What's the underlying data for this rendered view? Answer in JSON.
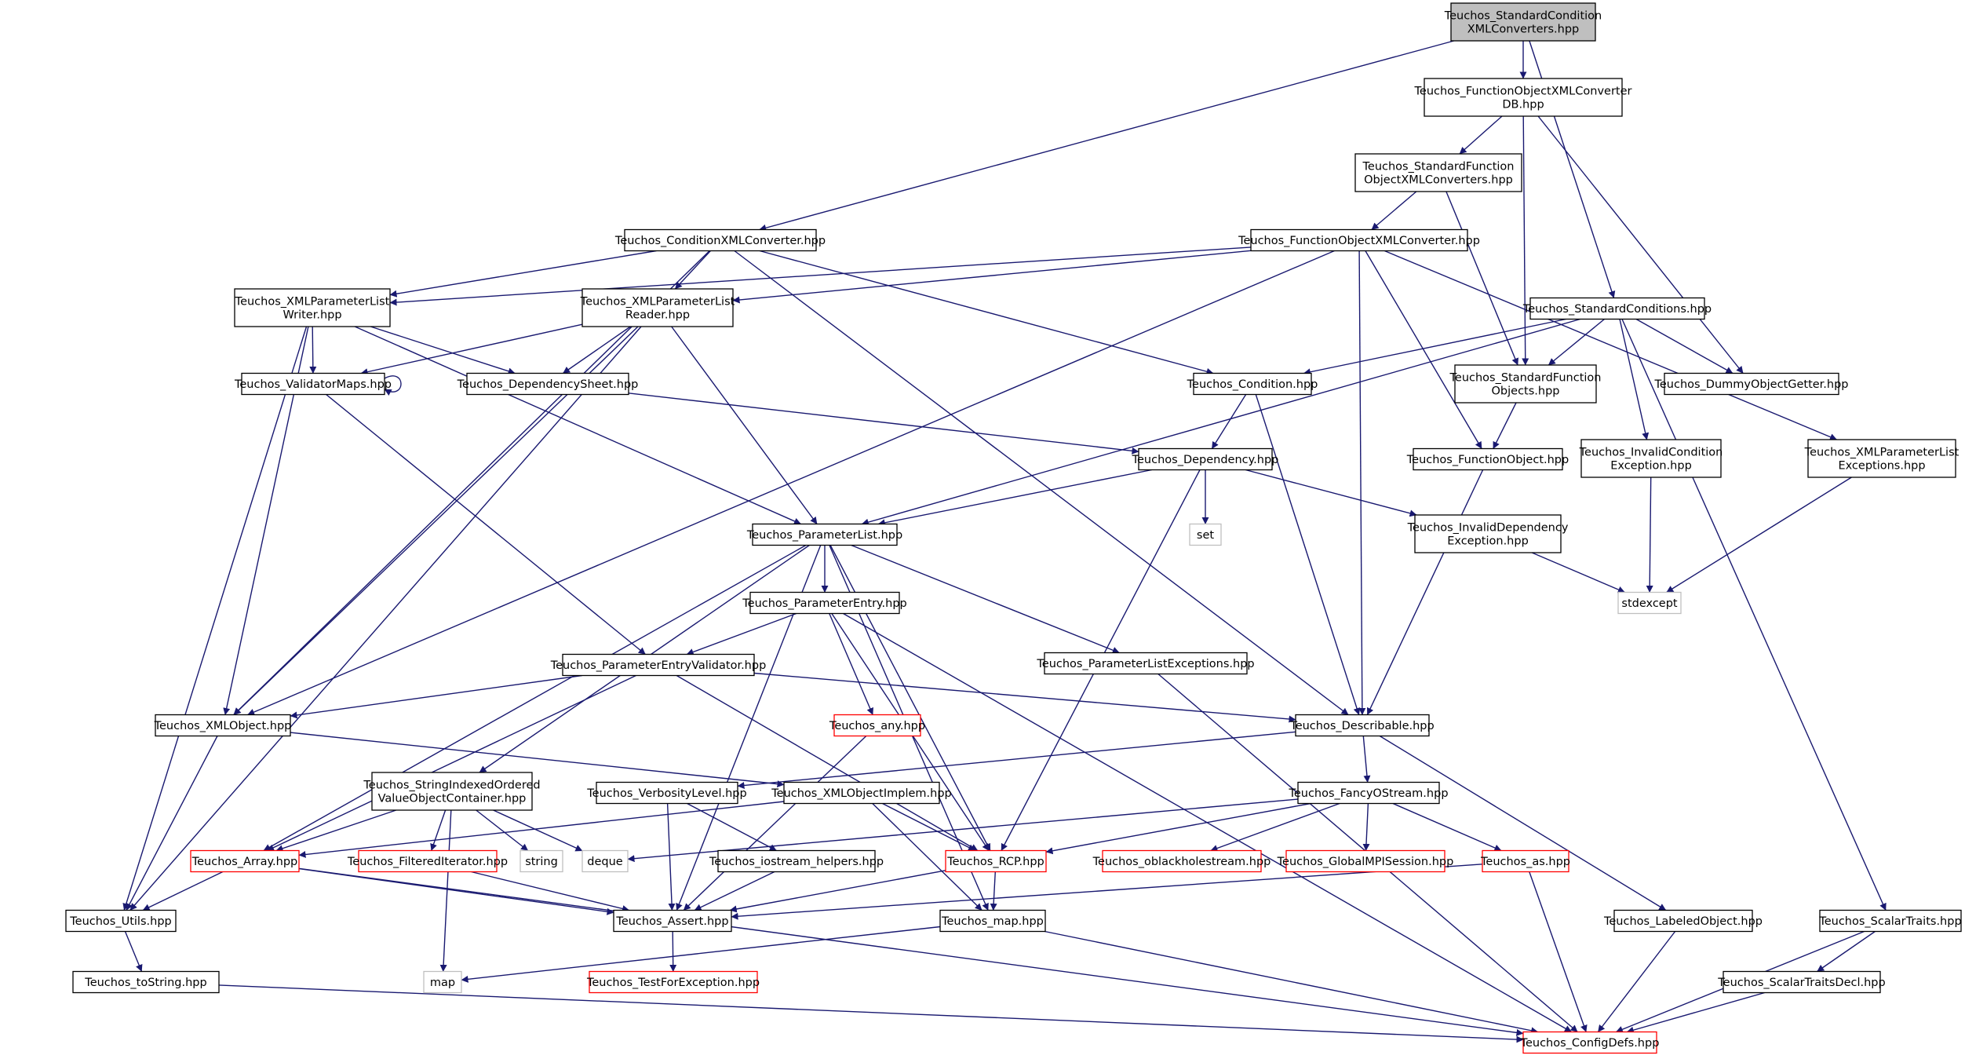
{
  "colors": {
    "edge": "#191970",
    "node_border_normal": "#000000",
    "node_border_truncated": "#ff0000",
    "node_border_external": "#bfbfbf",
    "root_fill": "#bfbfbf",
    "node_fill": "#ffffff"
  },
  "nodes": [
    {
      "id": "root",
      "kind": "root",
      "lines": [
        "Teuchos_StandardCondition",
        "XMLConverters.hpp"
      ]
    },
    {
      "id": "fobjconvdb",
      "kind": "normal",
      "lines": [
        "Teuchos_FunctionObjectXMLConverter",
        "DB.hpp"
      ]
    },
    {
      "id": "stdfobjconv",
      "kind": "normal",
      "lines": [
        "Teuchos_StandardFunction",
        "ObjectXMLConverters.hpp"
      ]
    },
    {
      "id": "condconv",
      "kind": "normal",
      "lines": [
        "Teuchos_ConditionXMLConverter.hpp"
      ]
    },
    {
      "id": "fobjconv",
      "kind": "normal",
      "lines": [
        "Teuchos_FunctionObjectXMLConverter.hpp"
      ]
    },
    {
      "id": "stdcond",
      "kind": "normal",
      "lines": [
        "Teuchos_StandardConditions.hpp"
      ]
    },
    {
      "id": "xplwriter",
      "kind": "normal",
      "lines": [
        "Teuchos_XMLParameterList",
        "Writer.hpp"
      ]
    },
    {
      "id": "xplreader",
      "kind": "normal",
      "lines": [
        "Teuchos_XMLParameterList",
        "Reader.hpp"
      ]
    },
    {
      "id": "valmaps",
      "kind": "normal",
      "lines": [
        "Teuchos_ValidatorMaps.hpp"
      ]
    },
    {
      "id": "depsheet",
      "kind": "normal",
      "lines": [
        "Teuchos_DependencySheet.hpp"
      ]
    },
    {
      "id": "condition",
      "kind": "normal",
      "lines": [
        "Teuchos_Condition.hpp"
      ]
    },
    {
      "id": "stdfobj",
      "kind": "normal",
      "lines": [
        "Teuchos_StandardFunction",
        "Objects.hpp"
      ]
    },
    {
      "id": "dummy",
      "kind": "normal",
      "lines": [
        "Teuchos_DummyObjectGetter.hpp"
      ]
    },
    {
      "id": "dependency",
      "kind": "normal",
      "lines": [
        "Teuchos_Dependency.hpp"
      ]
    },
    {
      "id": "fobj",
      "kind": "normal",
      "lines": [
        "Teuchos_FunctionObject.hpp"
      ]
    },
    {
      "id": "invcond",
      "kind": "normal",
      "lines": [
        "Teuchos_InvalidCondition",
        "Exception.hpp"
      ]
    },
    {
      "id": "xplexc",
      "kind": "normal",
      "lines": [
        "Teuchos_XMLParameterList",
        "Exceptions.hpp"
      ]
    },
    {
      "id": "set",
      "kind": "external",
      "lines": [
        "set"
      ]
    },
    {
      "id": "plist",
      "kind": "normal",
      "lines": [
        "Teuchos_ParameterList.hpp"
      ]
    },
    {
      "id": "invdep",
      "kind": "normal",
      "lines": [
        "Teuchos_InvalidDependency",
        "Exception.hpp"
      ]
    },
    {
      "id": "stdexcept",
      "kind": "external",
      "lines": [
        "stdexcept"
      ]
    },
    {
      "id": "pentry",
      "kind": "normal",
      "lines": [
        "Teuchos_ParameterEntry.hpp"
      ]
    },
    {
      "id": "pev",
      "kind": "normal",
      "lines": [
        "Teuchos_ParameterEntryValidator.hpp"
      ]
    },
    {
      "id": "plexc",
      "kind": "normal",
      "lines": [
        "Teuchos_ParameterListExceptions.hpp"
      ]
    },
    {
      "id": "xmlobj",
      "kind": "normal",
      "lines": [
        "Teuchos_XMLObject.hpp"
      ]
    },
    {
      "id": "any",
      "kind": "truncated",
      "lines": [
        "Teuchos_any.hpp"
      ]
    },
    {
      "id": "describable",
      "kind": "normal",
      "lines": [
        "Teuchos_Describable.hpp"
      ]
    },
    {
      "id": "siovoc",
      "kind": "normal",
      "lines": [
        "Teuchos_StringIndexedOrdered",
        "ValueObjectContainer.hpp"
      ]
    },
    {
      "id": "verb",
      "kind": "normal",
      "lines": [
        "Teuchos_VerbosityLevel.hpp"
      ]
    },
    {
      "id": "xmlimpl",
      "kind": "normal",
      "lines": [
        "Teuchos_XMLObjectImplem.hpp"
      ]
    },
    {
      "id": "fancy",
      "kind": "normal",
      "lines": [
        "Teuchos_FancyOStream.hpp"
      ]
    },
    {
      "id": "array",
      "kind": "truncated",
      "lines": [
        "Teuchos_Array.hpp"
      ]
    },
    {
      "id": "filtered",
      "kind": "truncated",
      "lines": [
        "Teuchos_FilteredIterator.hpp"
      ]
    },
    {
      "id": "string",
      "kind": "external",
      "lines": [
        "string"
      ]
    },
    {
      "id": "deque",
      "kind": "external",
      "lines": [
        "deque"
      ]
    },
    {
      "id": "iohelp",
      "kind": "normal",
      "lines": [
        "Teuchos_iostream_helpers.hpp"
      ]
    },
    {
      "id": "rcp",
      "kind": "truncated",
      "lines": [
        "Teuchos_RCP.hpp"
      ]
    },
    {
      "id": "oblack",
      "kind": "truncated",
      "lines": [
        "Teuchos_oblackholestream.hpp"
      ]
    },
    {
      "id": "gmpi",
      "kind": "truncated",
      "lines": [
        "Teuchos_GlobalMPISession.hpp"
      ]
    },
    {
      "id": "as",
      "kind": "truncated",
      "lines": [
        "Teuchos_as.hpp"
      ]
    },
    {
      "id": "utils",
      "kind": "normal",
      "lines": [
        "Teuchos_Utils.hpp"
      ]
    },
    {
      "id": "assert",
      "kind": "normal",
      "lines": [
        "Teuchos_Assert.hpp"
      ]
    },
    {
      "id": "map_hpp",
      "kind": "normal",
      "lines": [
        "Teuchos_map.hpp"
      ]
    },
    {
      "id": "labeled",
      "kind": "normal",
      "lines": [
        "Teuchos_LabeledObject.hpp"
      ]
    },
    {
      "id": "scalar",
      "kind": "normal",
      "lines": [
        "Teuchos_ScalarTraits.hpp"
      ]
    },
    {
      "id": "tostring",
      "kind": "normal",
      "lines": [
        "Teuchos_toString.hpp"
      ]
    },
    {
      "id": "map",
      "kind": "external",
      "lines": [
        "map"
      ]
    },
    {
      "id": "testexc",
      "kind": "truncated",
      "lines": [
        "Teuchos_TestForException.hpp"
      ]
    },
    {
      "id": "scalardecl",
      "kind": "normal",
      "lines": [
        "Teuchos_ScalarTraitsDecl.hpp"
      ]
    },
    {
      "id": "config",
      "kind": "truncated",
      "lines": [
        "Teuchos_ConfigDefs.hpp"
      ]
    }
  ],
  "edges": [
    [
      "root",
      "fobjconvdb"
    ],
    [
      "root",
      "condconv"
    ],
    [
      "root",
      "stdcond"
    ],
    [
      "fobjconvdb",
      "stdfobjconv"
    ],
    [
      "fobjconvdb",
      "stdfobj"
    ],
    [
      "fobjconvdb",
      "dummy"
    ],
    [
      "stdfobjconv",
      "fobjconv"
    ],
    [
      "stdfobjconv",
      "stdfobj"
    ],
    [
      "condconv",
      "xplwriter"
    ],
    [
      "condconv",
      "xplreader"
    ],
    [
      "condconv",
      "condition"
    ],
    [
      "condconv",
      "xmlobj"
    ],
    [
      "condconv",
      "describable"
    ],
    [
      "fobjconv",
      "xplwriter"
    ],
    [
      "fobjconv",
      "xplreader"
    ],
    [
      "fobjconv",
      "fobj"
    ],
    [
      "fobjconv",
      "xmlobj"
    ],
    [
      "fobjconv",
      "describable"
    ],
    [
      "fobjconv",
      "xplexc"
    ],
    [
      "stdcond",
      "condition"
    ],
    [
      "stdcond",
      "stdfobj"
    ],
    [
      "stdcond",
      "dummy"
    ],
    [
      "stdcond",
      "invcond"
    ],
    [
      "stdcond",
      "plist"
    ],
    [
      "stdcond",
      "scalar"
    ],
    [
      "xplwriter",
      "valmaps"
    ],
    [
      "xplwriter",
      "depsheet"
    ],
    [
      "xplwriter",
      "plist"
    ],
    [
      "xplwriter",
      "xmlobj"
    ],
    [
      "xplwriter",
      "utils"
    ],
    [
      "xplreader",
      "valmaps"
    ],
    [
      "xplreader",
      "depsheet"
    ],
    [
      "xplreader",
      "plist"
    ],
    [
      "xplreader",
      "xmlobj"
    ],
    [
      "xplreader",
      "utils"
    ],
    [
      "valmaps",
      "valmaps"
    ],
    [
      "valmaps",
      "pev"
    ],
    [
      "depsheet",
      "dependency"
    ],
    [
      "condition",
      "dependency"
    ],
    [
      "condition",
      "describable"
    ],
    [
      "stdfobj",
      "fobj"
    ],
    [
      "dependency",
      "plist"
    ],
    [
      "dependency",
      "set"
    ],
    [
      "dependency",
      "invdep"
    ],
    [
      "dependency",
      "rcp"
    ],
    [
      "fobj",
      "describable"
    ],
    [
      "invcond",
      "stdexcept"
    ],
    [
      "xplexc",
      "stdexcept"
    ],
    [
      "invdep",
      "stdexcept"
    ],
    [
      "plist",
      "pentry"
    ],
    [
      "plist",
      "plexc"
    ],
    [
      "plist",
      "siovoc"
    ],
    [
      "plist",
      "array"
    ],
    [
      "plist",
      "rcp"
    ],
    [
      "plist",
      "map_hpp"
    ],
    [
      "plist",
      "assert"
    ],
    [
      "pentry",
      "pev"
    ],
    [
      "pentry",
      "any"
    ],
    [
      "pentry",
      "rcp"
    ],
    [
      "pentry",
      "config"
    ],
    [
      "pev",
      "xmlobj"
    ],
    [
      "pev",
      "describable"
    ],
    [
      "pev",
      "array"
    ],
    [
      "pev",
      "rcp"
    ],
    [
      "plexc",
      "config"
    ],
    [
      "xmlobj",
      "xmlimpl"
    ],
    [
      "xmlobj",
      "utils"
    ],
    [
      "any",
      "assert"
    ],
    [
      "describable",
      "verb"
    ],
    [
      "describable",
      "fancy"
    ],
    [
      "describable",
      "labeled"
    ],
    [
      "siovoc",
      "array"
    ],
    [
      "siovoc",
      "filtered"
    ],
    [
      "siovoc",
      "string"
    ],
    [
      "siovoc",
      "deque"
    ],
    [
      "siovoc",
      "map"
    ],
    [
      "verb",
      "iohelp"
    ],
    [
      "verb",
      "assert"
    ],
    [
      "xmlimpl",
      "array"
    ],
    [
      "xmlimpl",
      "rcp"
    ],
    [
      "xmlimpl",
      "map_hpp"
    ],
    [
      "fancy",
      "deque"
    ],
    [
      "fancy",
      "rcp"
    ],
    [
      "fancy",
      "oblack"
    ],
    [
      "fancy",
      "gmpi"
    ],
    [
      "fancy",
      "as"
    ],
    [
      "array",
      "utils"
    ],
    [
      "array",
      "assert"
    ],
    [
      "array",
      "config"
    ],
    [
      "filtered",
      "assert"
    ],
    [
      "iohelp",
      "assert"
    ],
    [
      "rcp",
      "assert"
    ],
    [
      "rcp",
      "map_hpp"
    ],
    [
      "as",
      "assert"
    ],
    [
      "as",
      "config"
    ],
    [
      "utils",
      "tostring"
    ],
    [
      "assert",
      "testexc"
    ],
    [
      "map_hpp",
      "map"
    ],
    [
      "map_hpp",
      "config"
    ],
    [
      "labeled",
      "config"
    ],
    [
      "scalar",
      "scalardecl"
    ],
    [
      "scalar",
      "config"
    ],
    [
      "scalardecl",
      "config"
    ],
    [
      "tostring",
      "config"
    ]
  ]
}
